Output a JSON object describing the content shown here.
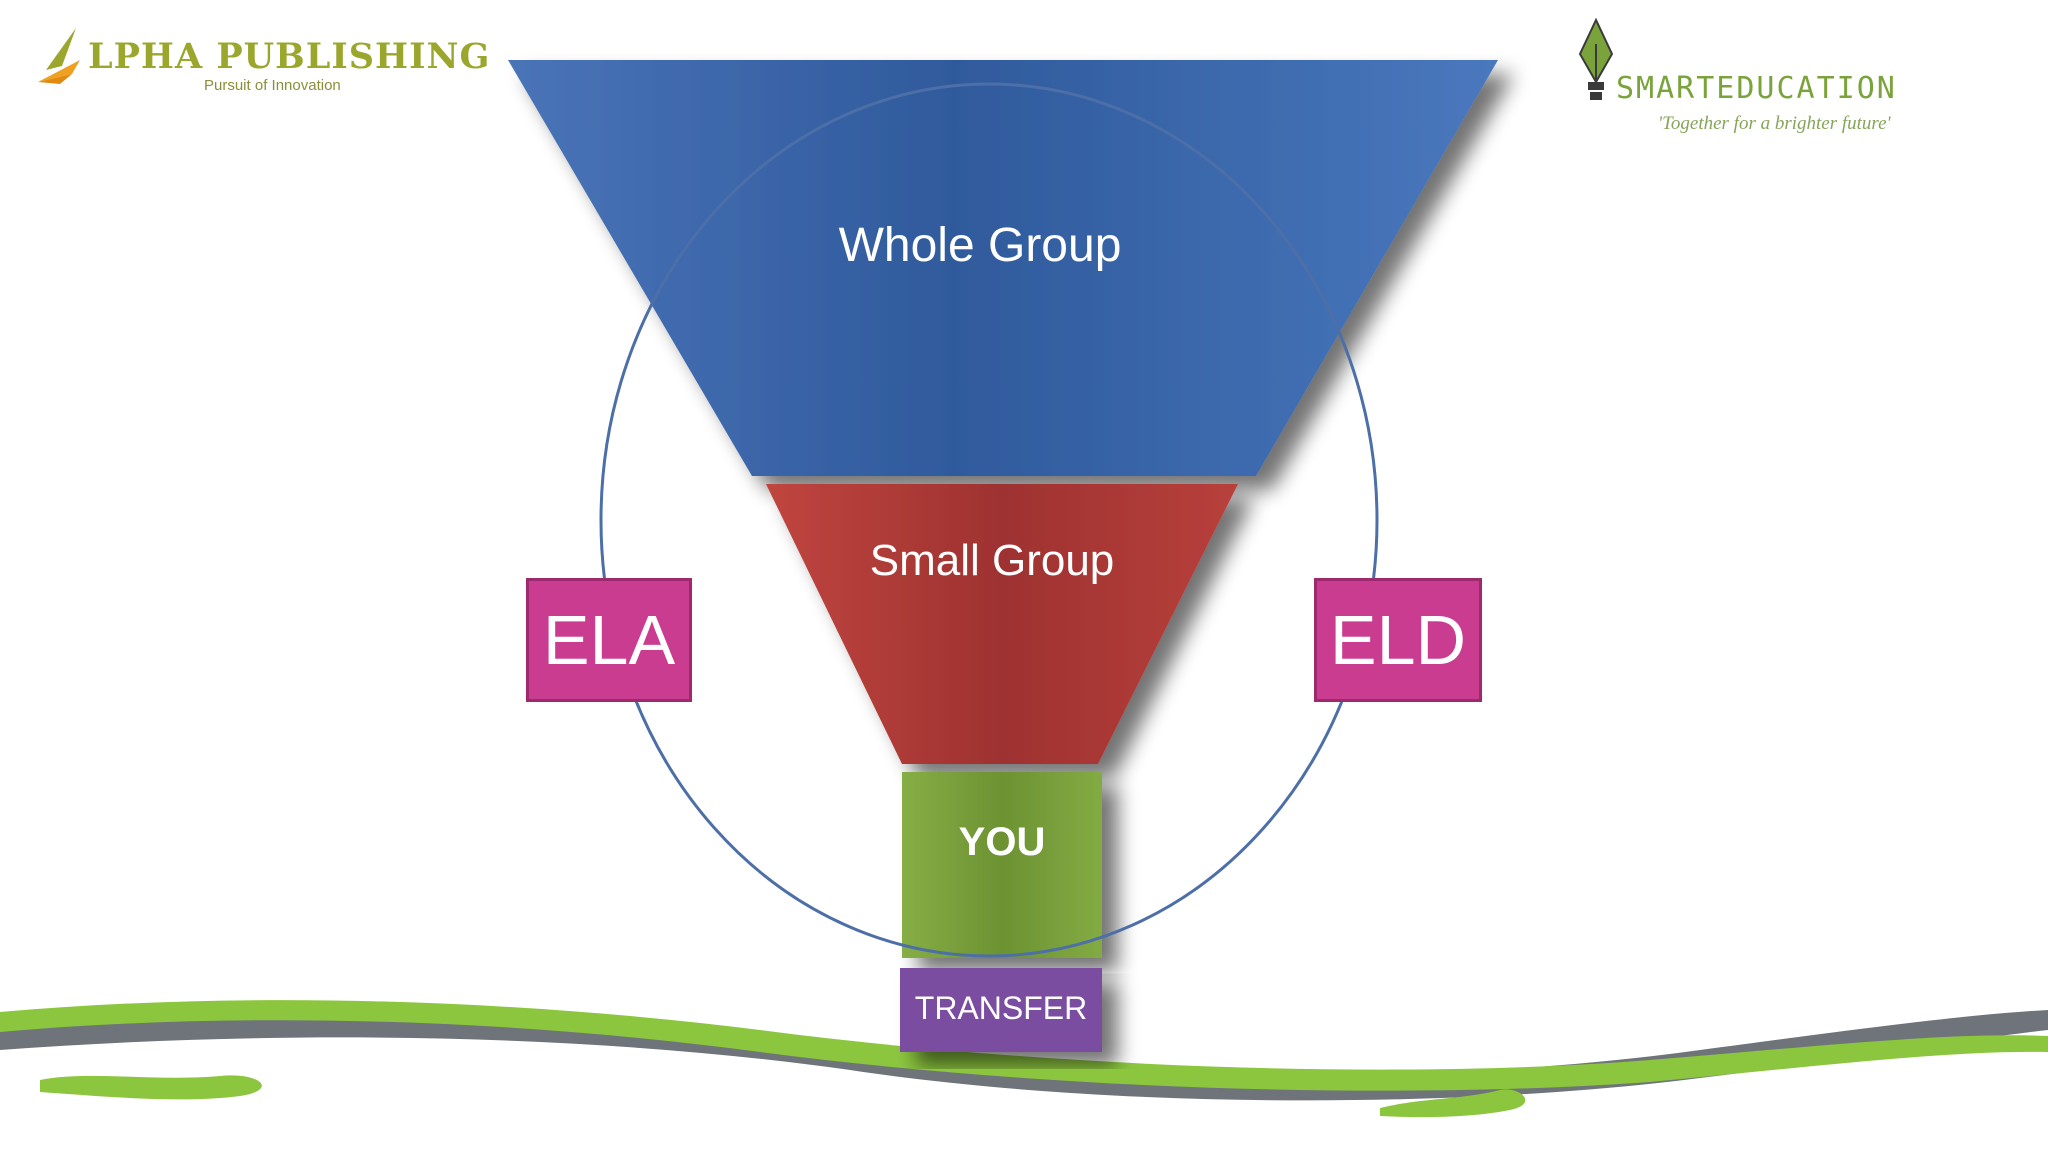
{
  "logos": {
    "alpha": {
      "brand": "LPHA PUBLISHING",
      "tagline": "Pursuit of Innovation"
    },
    "smart": {
      "brand": "SMARTEDUCATION",
      "tagline": "'Together for a brighter future'"
    }
  },
  "funnel": {
    "whole_group": "Whole Group",
    "small_group": "Small Group",
    "you": "YOU",
    "transfer": "TRANSFER"
  },
  "side_labels": {
    "left": "ELA",
    "right": "ELD"
  },
  "colors": {
    "whole_group": "#3d65a8",
    "small_group": "#b23d3a",
    "you": "#7ba33d",
    "transfer": "#7a4ea0",
    "side_box": "#c93c8f",
    "circle": "#4d6fa8",
    "swoosh_green": "#8cc63f",
    "swoosh_gray": "#6e7479"
  }
}
